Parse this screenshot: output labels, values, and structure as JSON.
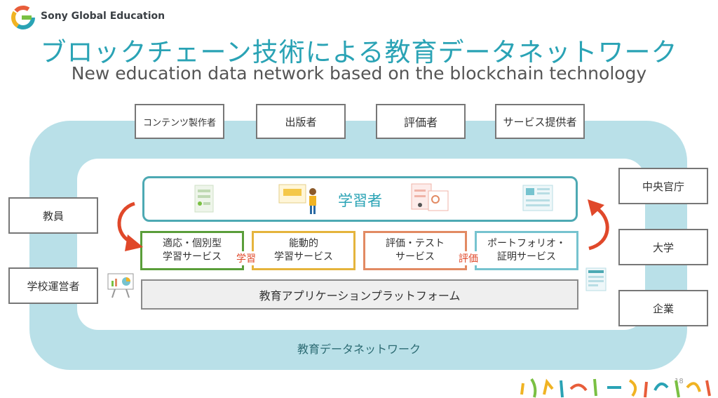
{
  "brand": {
    "name": "Sony Global Education"
  },
  "title": "ブロックチェーン技術による教育データネットワーク",
  "subtitle": "New education data network based on the blockchain technology",
  "top_actors": [
    "コンテンツ製作者",
    "出版者",
    "評価者",
    "サービス提供者"
  ],
  "left_actors": [
    "教員",
    "学校運営者"
  ],
  "right_actors": [
    "中央官庁",
    "大学",
    "企業"
  ],
  "learner": "学習者",
  "services": [
    {
      "label": "適応・個別型\n学習サービス",
      "color": "#5a9e3a"
    },
    {
      "label": "能動的\n学習サービス",
      "color": "#e5b43c"
    },
    {
      "label": "評価・テスト\nサービス",
      "color": "#e28a63"
    },
    {
      "label": "ポートフォリオ・\n証明サービス",
      "color": "#76c3cf"
    }
  ],
  "connector_labels": {
    "learning": "学習",
    "evaluation": "評価"
  },
  "platform": "教育アプリケーションプラットフォーム",
  "network": "教育データネットワーク",
  "page_number": "18",
  "colors": {
    "teal": "#2aa3b5",
    "light_teal": "#b9e0e8",
    "arrow_red": "#e0482a"
  }
}
